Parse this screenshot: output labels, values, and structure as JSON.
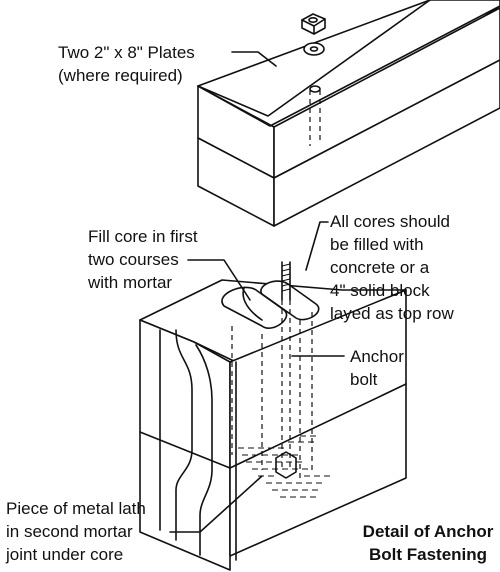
{
  "labels": {
    "plates_line1": "Two 2\" x 8\" Plates",
    "plates_line2": "(where required)",
    "fill_line1": "Fill core in first",
    "fill_line2": "two courses",
    "fill_line3": "with mortar",
    "cores_line1": "All cores should",
    "cores_line2": "be filled with",
    "cores_line3": "concrete or a",
    "cores_line4": "4\" solid block",
    "cores_line5": "layed as top row",
    "anchor_line1": "Anchor",
    "anchor_line2": "bolt",
    "lath_line1": "Piece of metal lath",
    "lath_line2": "in second mortar",
    "lath_line3": "joint under core"
  },
  "title": {
    "line1": "Detail of Anchor",
    "line2": "Bolt Fastening"
  }
}
